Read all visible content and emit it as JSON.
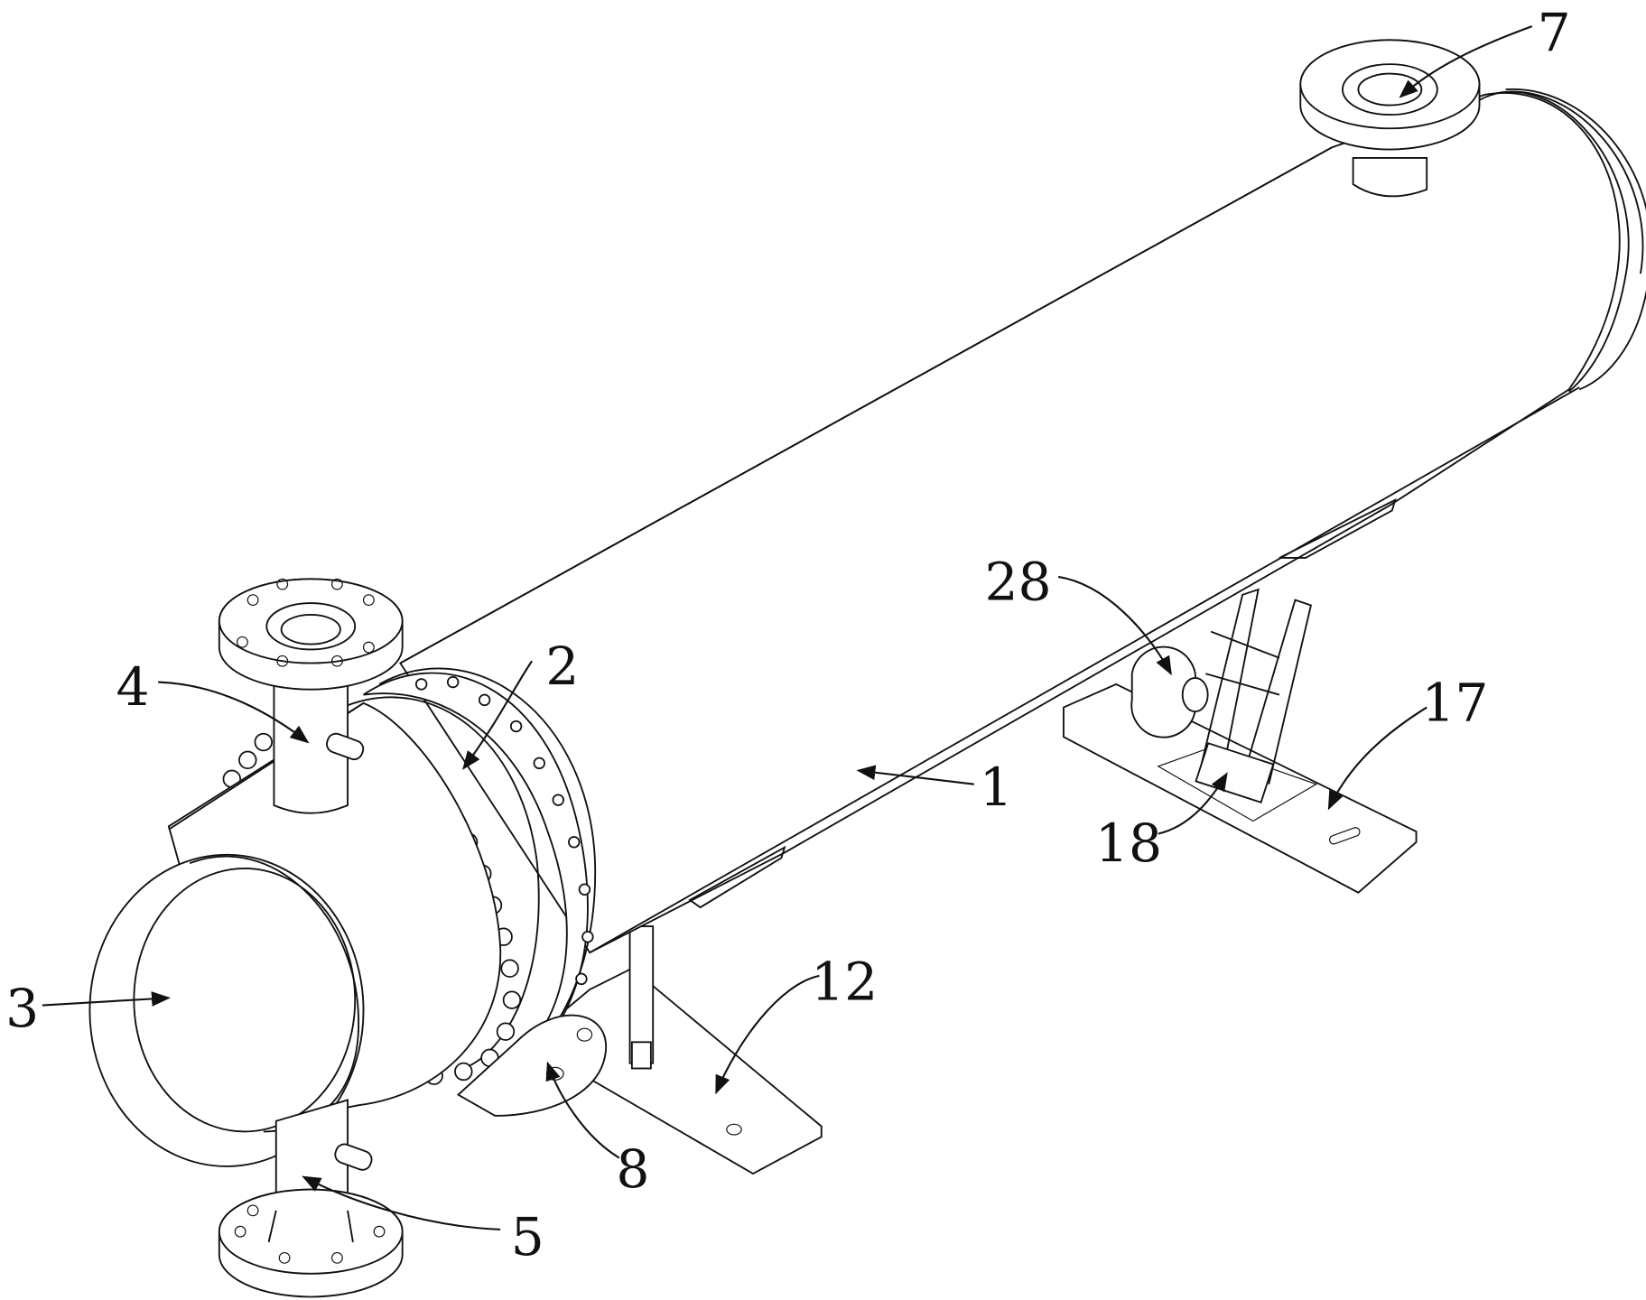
{
  "figure": {
    "type": "patent drawing - shell and tube heat exchanger",
    "labels": {
      "l1": "1",
      "l2": "2",
      "l3": "3",
      "l4": "4",
      "l5": "5",
      "l7": "7",
      "l8": "8",
      "l12": "12",
      "l17": "17",
      "l18": "18",
      "l28": "28"
    }
  },
  "colors": {
    "line": "#111111",
    "background": "#ffffff"
  }
}
